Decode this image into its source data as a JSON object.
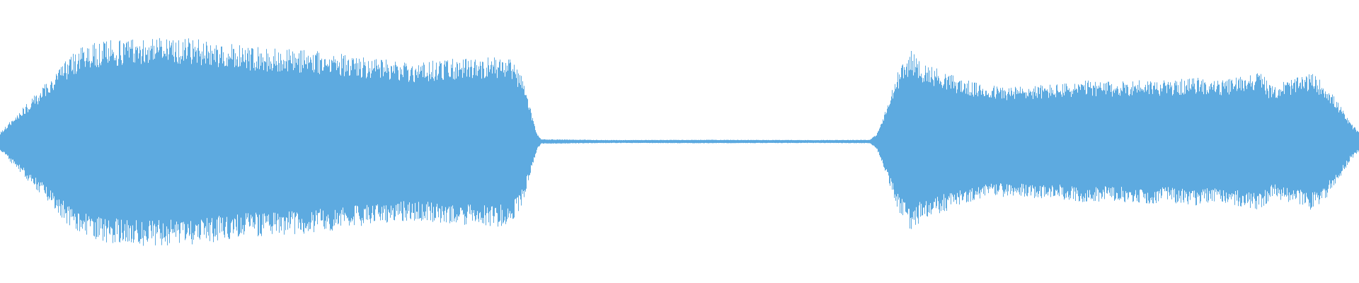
{
  "waveform": {
    "color": "#5DAAE0",
    "background": "#FFFFFF",
    "amplitude_envelope": [
      [
        0.0,
        0.06
      ],
      [
        0.01,
        0.16
      ],
      [
        0.025,
        0.3
      ],
      [
        0.04,
        0.45
      ],
      [
        0.05,
        0.55
      ],
      [
        0.06,
        0.62
      ],
      [
        0.075,
        0.66
      ],
      [
        0.09,
        0.67
      ],
      [
        0.11,
        0.69
      ],
      [
        0.13,
        0.68
      ],
      [
        0.15,
        0.67
      ],
      [
        0.17,
        0.64
      ],
      [
        0.19,
        0.62
      ],
      [
        0.21,
        0.61
      ],
      [
        0.23,
        0.6
      ],
      [
        0.25,
        0.58
      ],
      [
        0.27,
        0.55
      ],
      [
        0.29,
        0.53
      ],
      [
        0.31,
        0.52
      ],
      [
        0.33,
        0.54
      ],
      [
        0.35,
        0.55
      ],
      [
        0.365,
        0.56
      ],
      [
        0.375,
        0.54
      ],
      [
        0.383,
        0.45
      ],
      [
        0.39,
        0.22
      ],
      [
        0.395,
        0.05
      ],
      [
        0.398,
        0.015
      ],
      [
        0.45,
        0.01
      ],
      [
        0.52,
        0.012
      ],
      [
        0.6,
        0.01
      ],
      [
        0.64,
        0.012
      ],
      [
        0.645,
        0.05
      ],
      [
        0.652,
        0.22
      ],
      [
        0.66,
        0.45
      ],
      [
        0.67,
        0.6
      ],
      [
        0.678,
        0.52
      ],
      [
        0.69,
        0.48
      ],
      [
        0.705,
        0.42
      ],
      [
        0.72,
        0.38
      ],
      [
        0.74,
        0.36
      ],
      [
        0.76,
        0.37
      ],
      [
        0.78,
        0.38
      ],
      [
        0.8,
        0.4
      ],
      [
        0.82,
        0.39
      ],
      [
        0.84,
        0.41
      ],
      [
        0.86,
        0.4
      ],
      [
        0.88,
        0.42
      ],
      [
        0.9,
        0.4
      ],
      [
        0.915,
        0.44
      ],
      [
        0.928,
        0.46
      ],
      [
        0.935,
        0.36
      ],
      [
        0.945,
        0.4
      ],
      [
        0.955,
        0.42
      ],
      [
        0.965,
        0.45
      ],
      [
        0.975,
        0.38
      ],
      [
        0.985,
        0.25
      ],
      [
        0.993,
        0.13
      ],
      [
        1.0,
        0.06
      ]
    ]
  }
}
